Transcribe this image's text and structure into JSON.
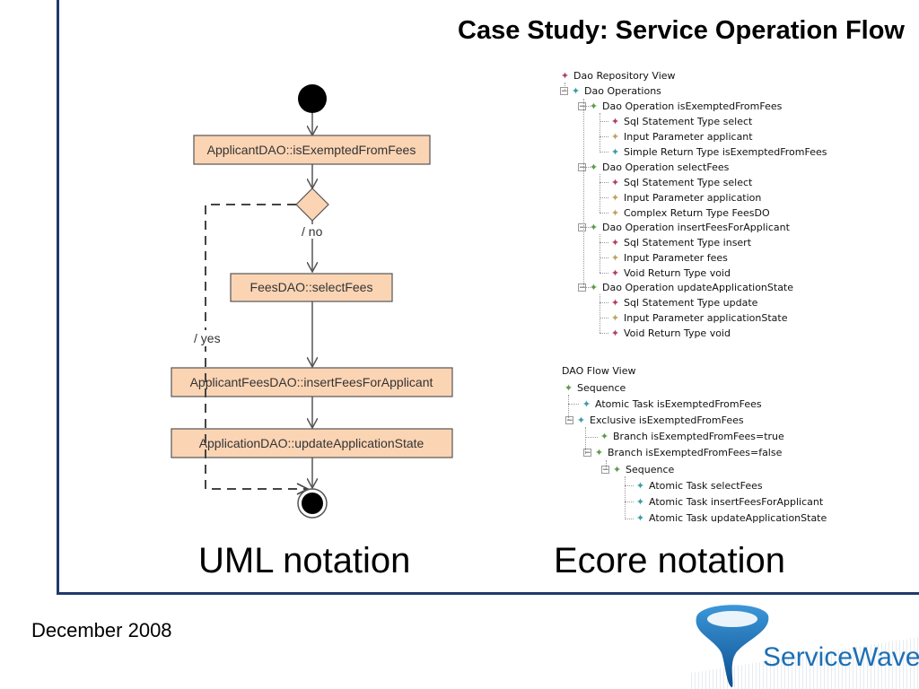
{
  "slide": {
    "title": "Case Study: Service Operation Flow",
    "uml_caption": "UML notation",
    "ecore_caption": "Ecore notation",
    "date": "December 2008",
    "logo_text": "ServiceWave"
  },
  "uml": {
    "nodes": [
      "ApplicantDAO::isExemptedFromFees",
      "FeesDAO::selectFees",
      "ApplicantFeesDAO::insertFeesForApplicant",
      "ApplicationDAO::updateApplicationState"
    ],
    "guard_no": "/ no",
    "guard_yes": "/ yes"
  },
  "repository_view": {
    "items": [
      {
        "label": "Dao Repository View",
        "icon": "diamond-red"
      },
      {
        "label": "Dao Operations",
        "icon": "diamond-teal"
      },
      {
        "label": "Dao Operation isExemptedFromFees",
        "icon": "diamond-green"
      },
      {
        "label": "Sql Statement Type select",
        "icon": "diamond-red"
      },
      {
        "label": "Input Parameter applicant",
        "icon": "diamond-tan"
      },
      {
        "label": "Simple Return Type isExemptedFromFees",
        "icon": "diamond-teal"
      },
      {
        "label": "Dao Operation selectFees",
        "icon": "diamond-green"
      },
      {
        "label": "Sql Statement Type select",
        "icon": "diamond-red"
      },
      {
        "label": "Input Parameter application",
        "icon": "diamond-tan"
      },
      {
        "label": "Complex Return Type FeesDO",
        "icon": "diamond-tan"
      },
      {
        "label": "Dao Operation insertFeesForApplicant",
        "icon": "diamond-green"
      },
      {
        "label": "Sql Statement Type insert",
        "icon": "diamond-red"
      },
      {
        "label": "Input Parameter fees",
        "icon": "diamond-tan"
      },
      {
        "label": "Void Return Type void",
        "icon": "diamond-red"
      },
      {
        "label": "Dao Operation updateApplicationState",
        "icon": "diamond-green"
      },
      {
        "label": "Sql Statement Type update",
        "icon": "diamond-red"
      },
      {
        "label": "Input Parameter applicationState",
        "icon": "diamond-tan"
      },
      {
        "label": "Void Return Type void",
        "icon": "diamond-red"
      }
    ]
  },
  "flow_view": {
    "title": "DAO Flow View",
    "items": [
      {
        "label": "Sequence",
        "icon": "diamond-green"
      },
      {
        "label": "Atomic Task isExemptedFromFees",
        "icon": "diamond-teal"
      },
      {
        "label": "Exclusive isExemptedFromFees",
        "icon": "diamond-teal"
      },
      {
        "label": "Branch isExemptedFromFees=true",
        "icon": "diamond-green"
      },
      {
        "label": "Branch isExemptedFromFees=false",
        "icon": "diamond-green"
      },
      {
        "label": "Sequence",
        "icon": "diamond-green"
      },
      {
        "label": "Atomic Task selectFees",
        "icon": "diamond-teal"
      },
      {
        "label": "Atomic Task insertFeesForApplicant",
        "icon": "diamond-teal"
      },
      {
        "label": "Atomic Task updateApplicationState",
        "icon": "diamond-teal"
      }
    ]
  },
  "colors": {
    "frame": "#1f3a6b",
    "uml_box": "#fbd4b4",
    "logo_blue": "#1c6fb5",
    "diamond-red": "#b04060",
    "diamond-teal": "#3a9aa8",
    "diamond-green": "#5d9a4a",
    "diamond-tan": "#c0a060"
  }
}
